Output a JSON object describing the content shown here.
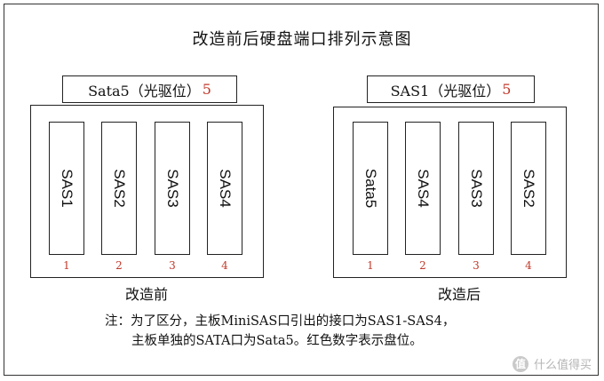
{
  "title": "改造前后硬盘端口排列示意图",
  "left": {
    "top_label": "Sata5（光驱位）",
    "top_label_num": "5",
    "slots": [
      "SAS1",
      "SAS2",
      "SAS3",
      "SAS4"
    ],
    "positions": [
      "1",
      "2",
      "3",
      "4"
    ],
    "caption": "改造前"
  },
  "right": {
    "top_label": "SAS1（光驱位）",
    "top_label_num": "5",
    "slots": [
      "Sata5",
      "SAS4",
      "SAS3",
      "SAS2"
    ],
    "positions": [
      "1",
      "2",
      "3",
      "4"
    ],
    "caption": "改造后"
  },
  "note": {
    "line1": "注：为了区分，主板MiniSAS口引出的接口为SAS1-SAS4，",
    "line2": "主板单独的SATA口为Sata5。红色数字表示盘位。"
  },
  "watermark": {
    "badge": "值",
    "text": "什么值得买"
  },
  "colors": {
    "position_number": "#c0392b",
    "line": "#222222"
  }
}
